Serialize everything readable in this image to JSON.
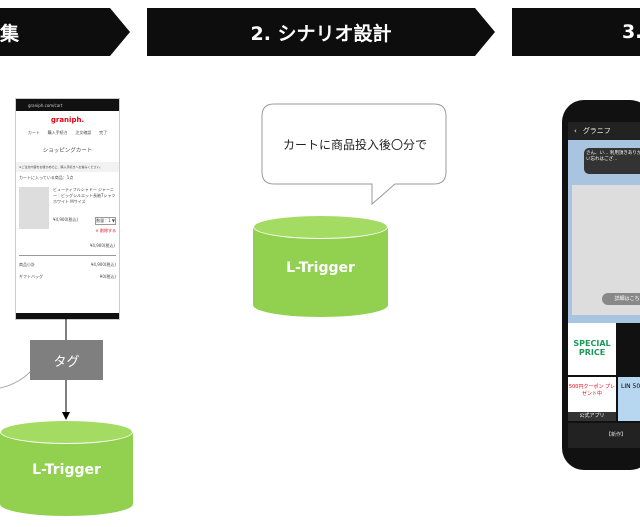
{
  "banners": [
    "集",
    "2. シナリオ設計",
    "3."
  ],
  "left_phone": {
    "url": "graniph.com/cart",
    "logo": "graniph.",
    "steps": [
      "カート",
      "購入手続き",
      "注文確認",
      "完了"
    ],
    "title": "ショッピングカート",
    "notice": "※ご注文内容をお確かめの上、購入手続きへお進みください。",
    "count_label": "カートに入っている商品：1点",
    "product_name": "ビューティフルシャドー ジャーニー｜ビッグシルエット長袖Tシャツ ホワイト Mサイズ",
    "price": "¥4,900(税込)",
    "qty": "数量：1 ▼",
    "delete": "× 削除する",
    "line_total": "¥4,900(税込)",
    "subtotal_label": "商品小計",
    "subtotal": "¥4,900(税込)",
    "gift_label": "ギフトバッグ",
    "gift": "¥0(税込)"
  },
  "tag_label": "タグ",
  "trigger_label": "L-Trigger",
  "bubble_text": "カートに商品投入後〇分で",
  "right_phone": {
    "chat_name": "グラニフ",
    "message": "さん、い… 利用頂きありがと… お買い忘れはござ…",
    "detail_button": "詳細はこち",
    "special": "SPECIAL PRICE",
    "coupon": "500円クーポン プレゼント中",
    "app_label": "公式アプリ",
    "line_label": "LIN 50",
    "menu_text": "【新作】"
  },
  "colors": {
    "green": "#92d050",
    "banner": "#0d0d0d",
    "tag": "#7f7f7f"
  }
}
